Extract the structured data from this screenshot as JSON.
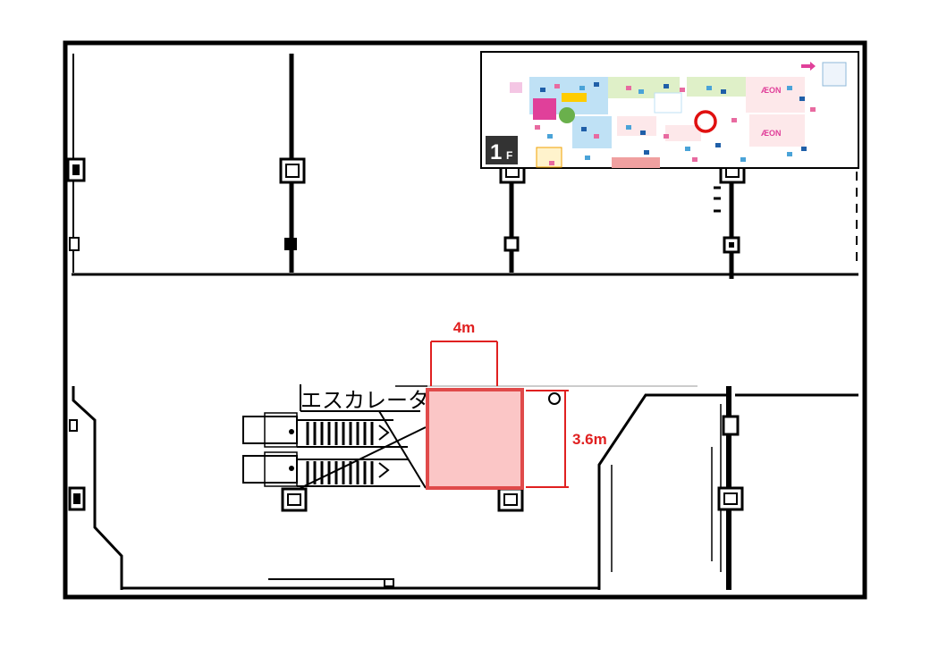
{
  "escalator": {
    "label": "エスカレータ"
  },
  "highlight_area": {
    "width_label": "4m",
    "depth_label": "3.6m",
    "fill": "#fbc6c6",
    "stroke": "#e04a4a",
    "dimension_color": "#e02020"
  },
  "inset_map": {
    "floor_number": "1",
    "floor_suffix": "F",
    "brand_labels": [
      "ÆON",
      "ÆON"
    ],
    "marker_color": "#e01010"
  }
}
